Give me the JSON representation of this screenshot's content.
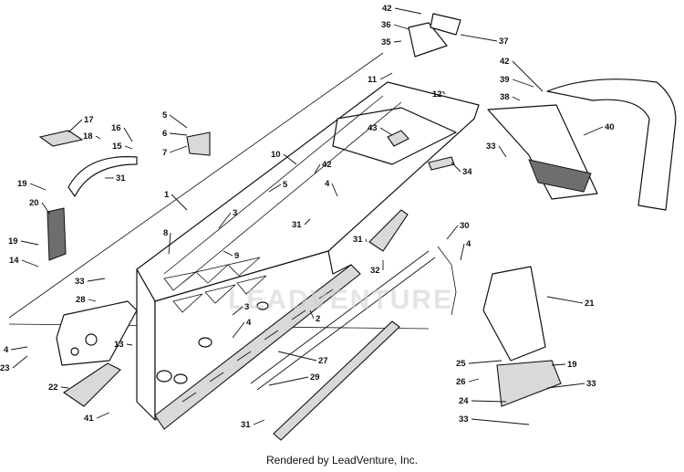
{
  "callouts": [
    "1",
    "2",
    "3",
    "3",
    "4",
    "4",
    "4",
    "4",
    "5",
    "5",
    "6",
    "7",
    "8",
    "9",
    "10",
    "11",
    "12",
    "13",
    "14",
    "15",
    "16",
    "17",
    "18",
    "19",
    "19",
    "19",
    "20",
    "21",
    "22",
    "23",
    "24",
    "25",
    "26",
    "27",
    "28",
    "29",
    "30",
    "31",
    "31",
    "31",
    "31",
    "32",
    "33",
    "33",
    "33",
    "33",
    "34",
    "35",
    "36",
    "37",
    "38",
    "39",
    "40",
    "41",
    "42",
    "42",
    "42",
    "43"
  ],
  "watermark": "LEADVENTURE",
  "footer": "Rendered by LeadVenture, Inc."
}
